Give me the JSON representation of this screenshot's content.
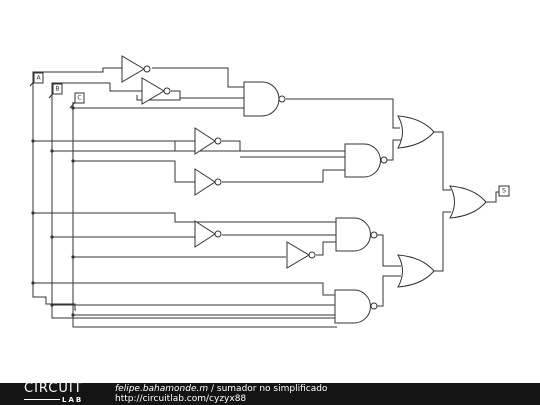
{
  "circuit": {
    "inputs": [
      {
        "label": "A"
      },
      {
        "label": "B"
      },
      {
        "label": "C"
      }
    ],
    "output": {
      "label": "S"
    },
    "gates": [
      {
        "id": "not-a-top",
        "type": "NOT"
      },
      {
        "id": "not-b-top",
        "type": "NOT"
      },
      {
        "id": "nand-1",
        "type": "NAND",
        "inputs": 3
      },
      {
        "id": "not-b-mid",
        "type": "NOT"
      },
      {
        "id": "not-c-mid",
        "type": "NOT"
      },
      {
        "id": "nand-2",
        "type": "NAND",
        "inputs": 3
      },
      {
        "id": "not-b-low",
        "type": "NOT"
      },
      {
        "id": "not-c-low",
        "type": "NOT"
      },
      {
        "id": "nand-3",
        "type": "NAND",
        "inputs": 3
      },
      {
        "id": "nand-4",
        "type": "NAND",
        "inputs": 3
      },
      {
        "id": "or-1",
        "type": "OR"
      },
      {
        "id": "or-2",
        "type": "OR"
      },
      {
        "id": "or-out",
        "type": "OR"
      }
    ]
  },
  "footer": {
    "logo_word": "CIRCUIT",
    "logo_sub": "LAB",
    "author": "felipe.bahamonde.m",
    "separator": " / ",
    "title": "sumador no simplificado",
    "url": "http://circuitlab.com/cyzyx88"
  }
}
